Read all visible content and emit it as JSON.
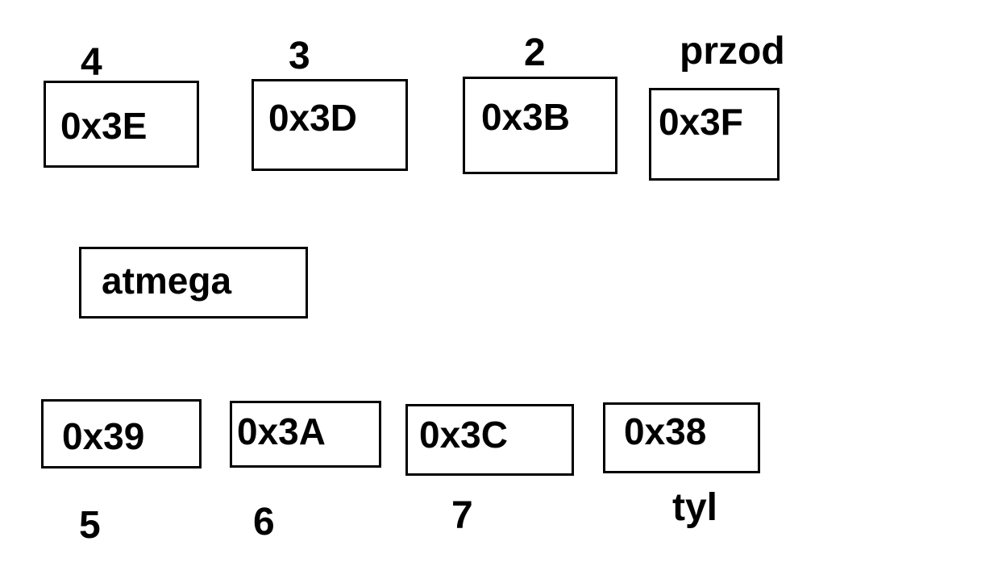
{
  "diagram": {
    "top_row": [
      {
        "label": "4",
        "address": "0x3E"
      },
      {
        "label": "3",
        "address": "0x3D"
      },
      {
        "label": "2",
        "address": "0x3B"
      },
      {
        "label": "przod",
        "address": "0x3F"
      }
    ],
    "center": {
      "label": "atmega"
    },
    "bottom_row": [
      {
        "label": "5",
        "address": "0x39"
      },
      {
        "label": "6",
        "address": "0x3A"
      },
      {
        "label": "7",
        "address": "0x3C"
      },
      {
        "label": "tyl",
        "address": "0x38"
      }
    ]
  }
}
